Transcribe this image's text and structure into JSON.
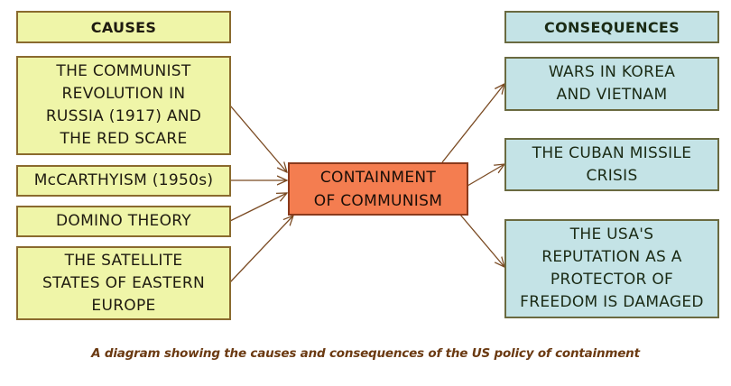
{
  "causes": {
    "header": "CAUSES",
    "items": [
      {
        "text": "THE COMMUNIST\nREVOLUTION IN\nRUSSIA (1917) AND\nTHE RED SCARE"
      },
      {
        "text": "McCARTHYISM (1950s)"
      },
      {
        "text": "DOMINO THEORY"
      },
      {
        "text": "THE SATELLITE\nSTATES OF EASTERN\nEUROPE"
      }
    ]
  },
  "center": {
    "text": "CONTAINMENT\nOF COMMUNISM"
  },
  "consequences": {
    "header": "CONSEQUENCES",
    "items": [
      {
        "text": "WARS IN KOREA\nAND VIETNAM"
      },
      {
        "text": "THE CUBAN MISSILE\nCRISIS"
      },
      {
        "text": "THE USA'S\nREPUTATION AS A\nPROTECTOR OF\nFREEDOM IS DAMAGED"
      }
    ]
  },
  "caption": "A diagram showing the causes and consequences of the US policy of containment",
  "colors": {
    "cause_fill": "#eff5a8",
    "consequence_fill": "#c4e3e6",
    "center_fill": "#f47d50",
    "arrow": "#7a4a22",
    "caption": "#6b3a12"
  }
}
